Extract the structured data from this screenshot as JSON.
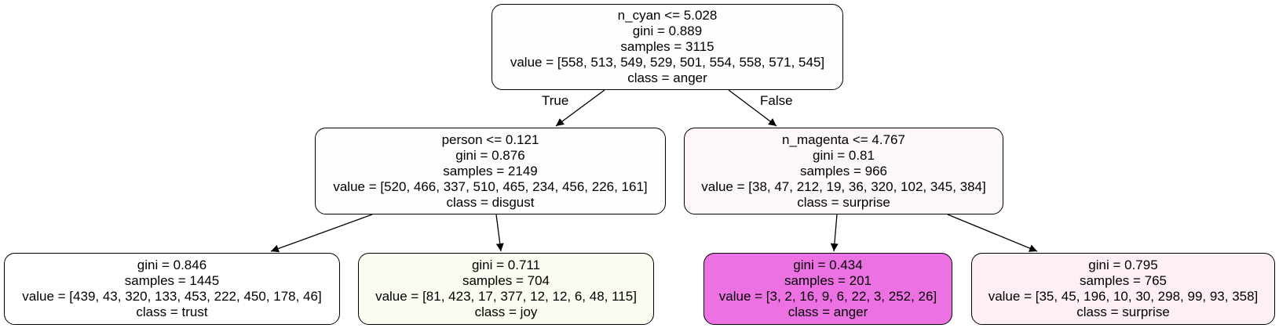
{
  "tree": {
    "root": {
      "lines": [
        "n_cyan <= 5.028",
        "gini = 0.889",
        "samples = 3115",
        "value = [558, 513, 549, 529, 501, 554, 558, 571, 545]",
        "class = anger"
      ],
      "fill": "#fefefe"
    },
    "left": {
      "lines": [
        "person <= 0.121",
        "gini = 0.876",
        "samples = 2149",
        "value = [520, 466, 337, 510, 465, 234, 456, 226, 161]",
        "class = disgust"
      ],
      "fill": "#fefefe"
    },
    "right": {
      "lines": [
        "n_magenta <= 4.767",
        "gini = 0.81",
        "samples = 966",
        "value = [38, 47, 212, 19, 36, 320, 102, 345, 384]",
        "class = surprise"
      ],
      "fill": "#fdf7f7"
    },
    "left_left": {
      "lines": [
        "gini = 0.846",
        "samples = 1445",
        "value = [439, 43, 320, 133, 453, 222, 450, 178, 46]",
        "class = trust"
      ],
      "fill": "#ffffff"
    },
    "left_right": {
      "lines": [
        "gini = 0.711",
        "samples = 704",
        "value = [81, 423, 17, 377, 12, 12, 6, 48, 115]",
        "class = joy"
      ],
      "fill": "#fafcf2"
    },
    "right_left": {
      "lines": [
        "gini = 0.434",
        "samples = 201",
        "value = [3, 2, 16, 9, 6, 22, 3, 252, 26]",
        "class = anger"
      ],
      "fill": "#ec72e3"
    },
    "right_right": {
      "lines": [
        "gini = 0.795",
        "samples = 765",
        "value = [35, 45, 196, 10, 30, 298, 99, 93, 358]",
        "class = surprise"
      ],
      "fill": "#fdeff2"
    }
  },
  "edge_labels": {
    "true": "True",
    "false": "False"
  }
}
